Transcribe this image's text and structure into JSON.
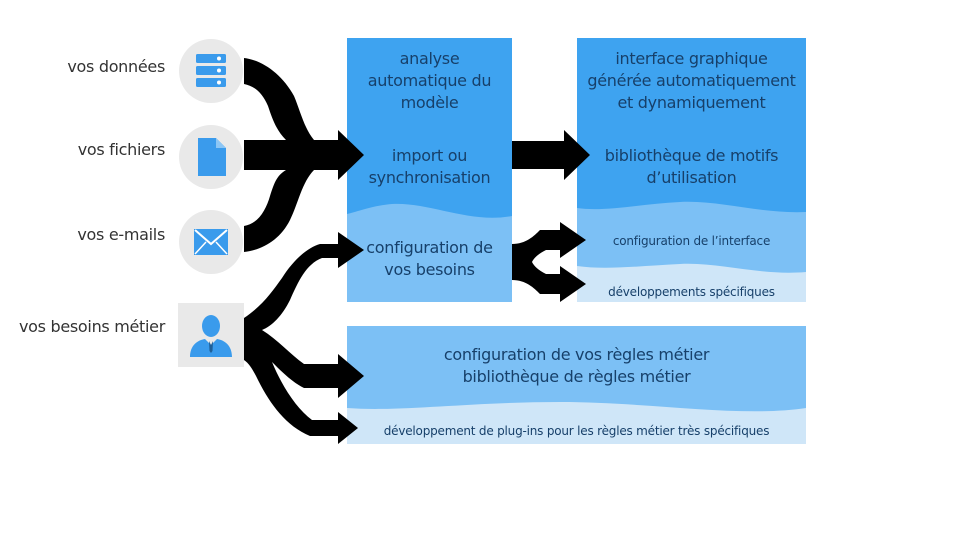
{
  "colors": {
    "arrow": "#000000",
    "box_dark": "#3ea3f0",
    "box_mid": "#7cc0f5",
    "box_light": "#cfe6f8",
    "icon_circle": "#e9e9e9",
    "icon_blue": "#3a9bec"
  },
  "sources": [
    {
      "label": "vos données",
      "icon": "server-icon"
    },
    {
      "label": "vos fichiers",
      "icon": "file-icon"
    },
    {
      "label": "vos e-mails",
      "icon": "envelope-icon"
    },
    {
      "label": "vos besoins métier",
      "icon": "user-icon"
    }
  ],
  "box_model": {
    "top_lines": [
      "analyse",
      "automatique du",
      "modèle"
    ],
    "mid_lines": [
      "import ou",
      "synchronisation"
    ],
    "bottom_lines": [
      "configuration de",
      "vos besoins"
    ]
  },
  "box_ui": {
    "top_lines": [
      "interface graphique",
      "générée automatiquement",
      "et dynamiquement"
    ],
    "mid_lines": [
      "bibliothèque de motifs",
      "d’utilisation"
    ],
    "config": "configuration de l’interface",
    "dev": "développements spécifiques"
  },
  "box_rules": {
    "lines": [
      "configuration de vos règles métier",
      "bibliothèque de règles métier"
    ],
    "dev": "développement de plug-ins pour les règles métier très spécifiques"
  }
}
